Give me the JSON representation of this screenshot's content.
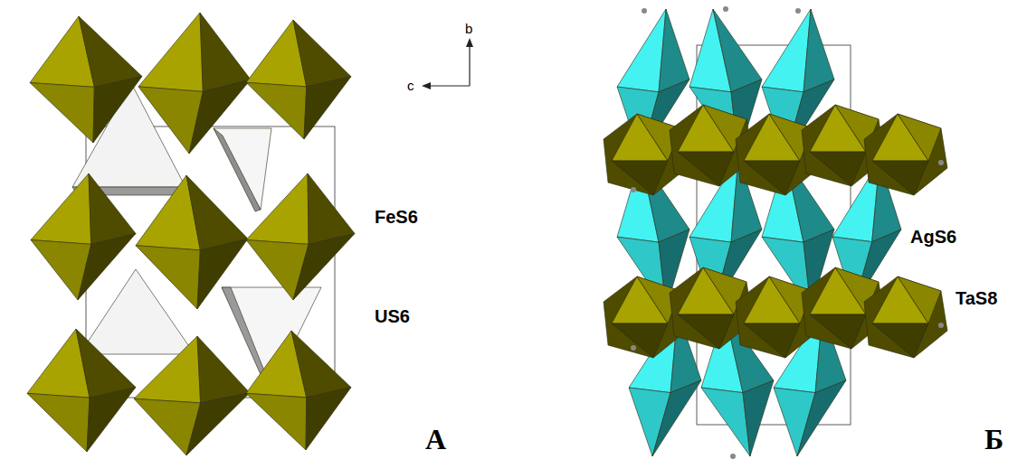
{
  "diagram": {
    "labels": [
      "b",
      "c",
      "FeS6",
      "US6",
      "А",
      "AgS6",
      "TaS8",
      "Б"
    ]
  }
}
